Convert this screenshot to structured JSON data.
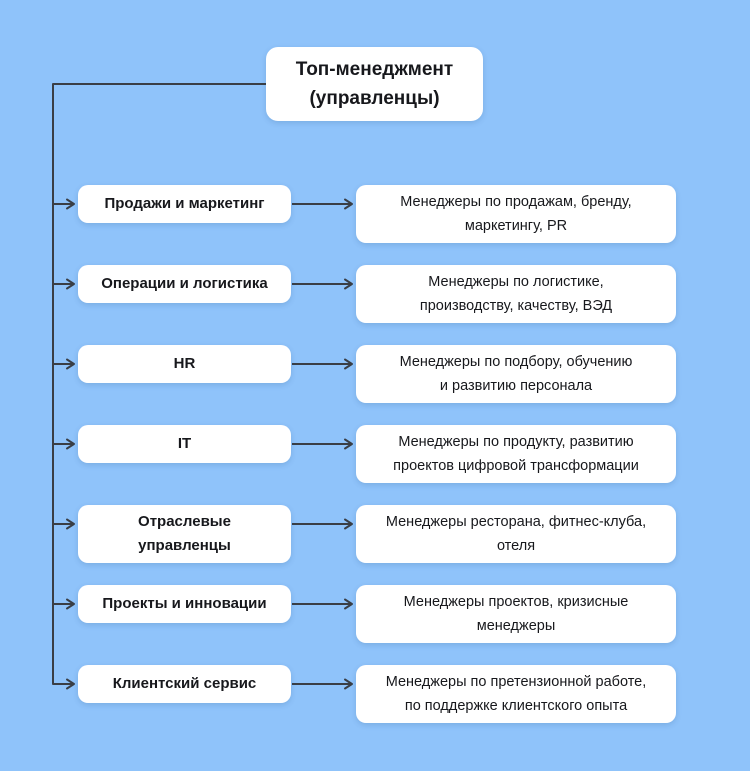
{
  "theme": {
    "background": "#8FC3FA",
    "box_fill": "#FFFFFF",
    "connector": "#3A3E45",
    "text": "#17181C"
  },
  "root": {
    "label": "Топ-менеджмент\n(управленцы)"
  },
  "rows": [
    {
      "category": "Продажи и маркетинг",
      "description": "Менеджеры по продажам, бренду,\nмаркетингу, PR"
    },
    {
      "category": "Операции и логистика",
      "description": "Менеджеры по логистике,\nпроизводству, качеству, ВЭД"
    },
    {
      "category": "HR",
      "description": "Менеджеры по подбору, обучению\nи развитию персонала"
    },
    {
      "category": "IT",
      "description": "Менеджеры по продукту, развитию\nпроектов цифровой трансформации"
    },
    {
      "category": "Отраслевые\nуправленцы",
      "description": "Менеджеры ресторана, фитнес-клуба,\nотеля"
    },
    {
      "category": "Проекты и инновации",
      "description": "Менеджеры проектов, кризисные\nменеджеры"
    },
    {
      "category": "Клиентский сервис",
      "description": "Менеджеры по претензионной работе,\nпо поддержке клиентского опыта"
    }
  ]
}
